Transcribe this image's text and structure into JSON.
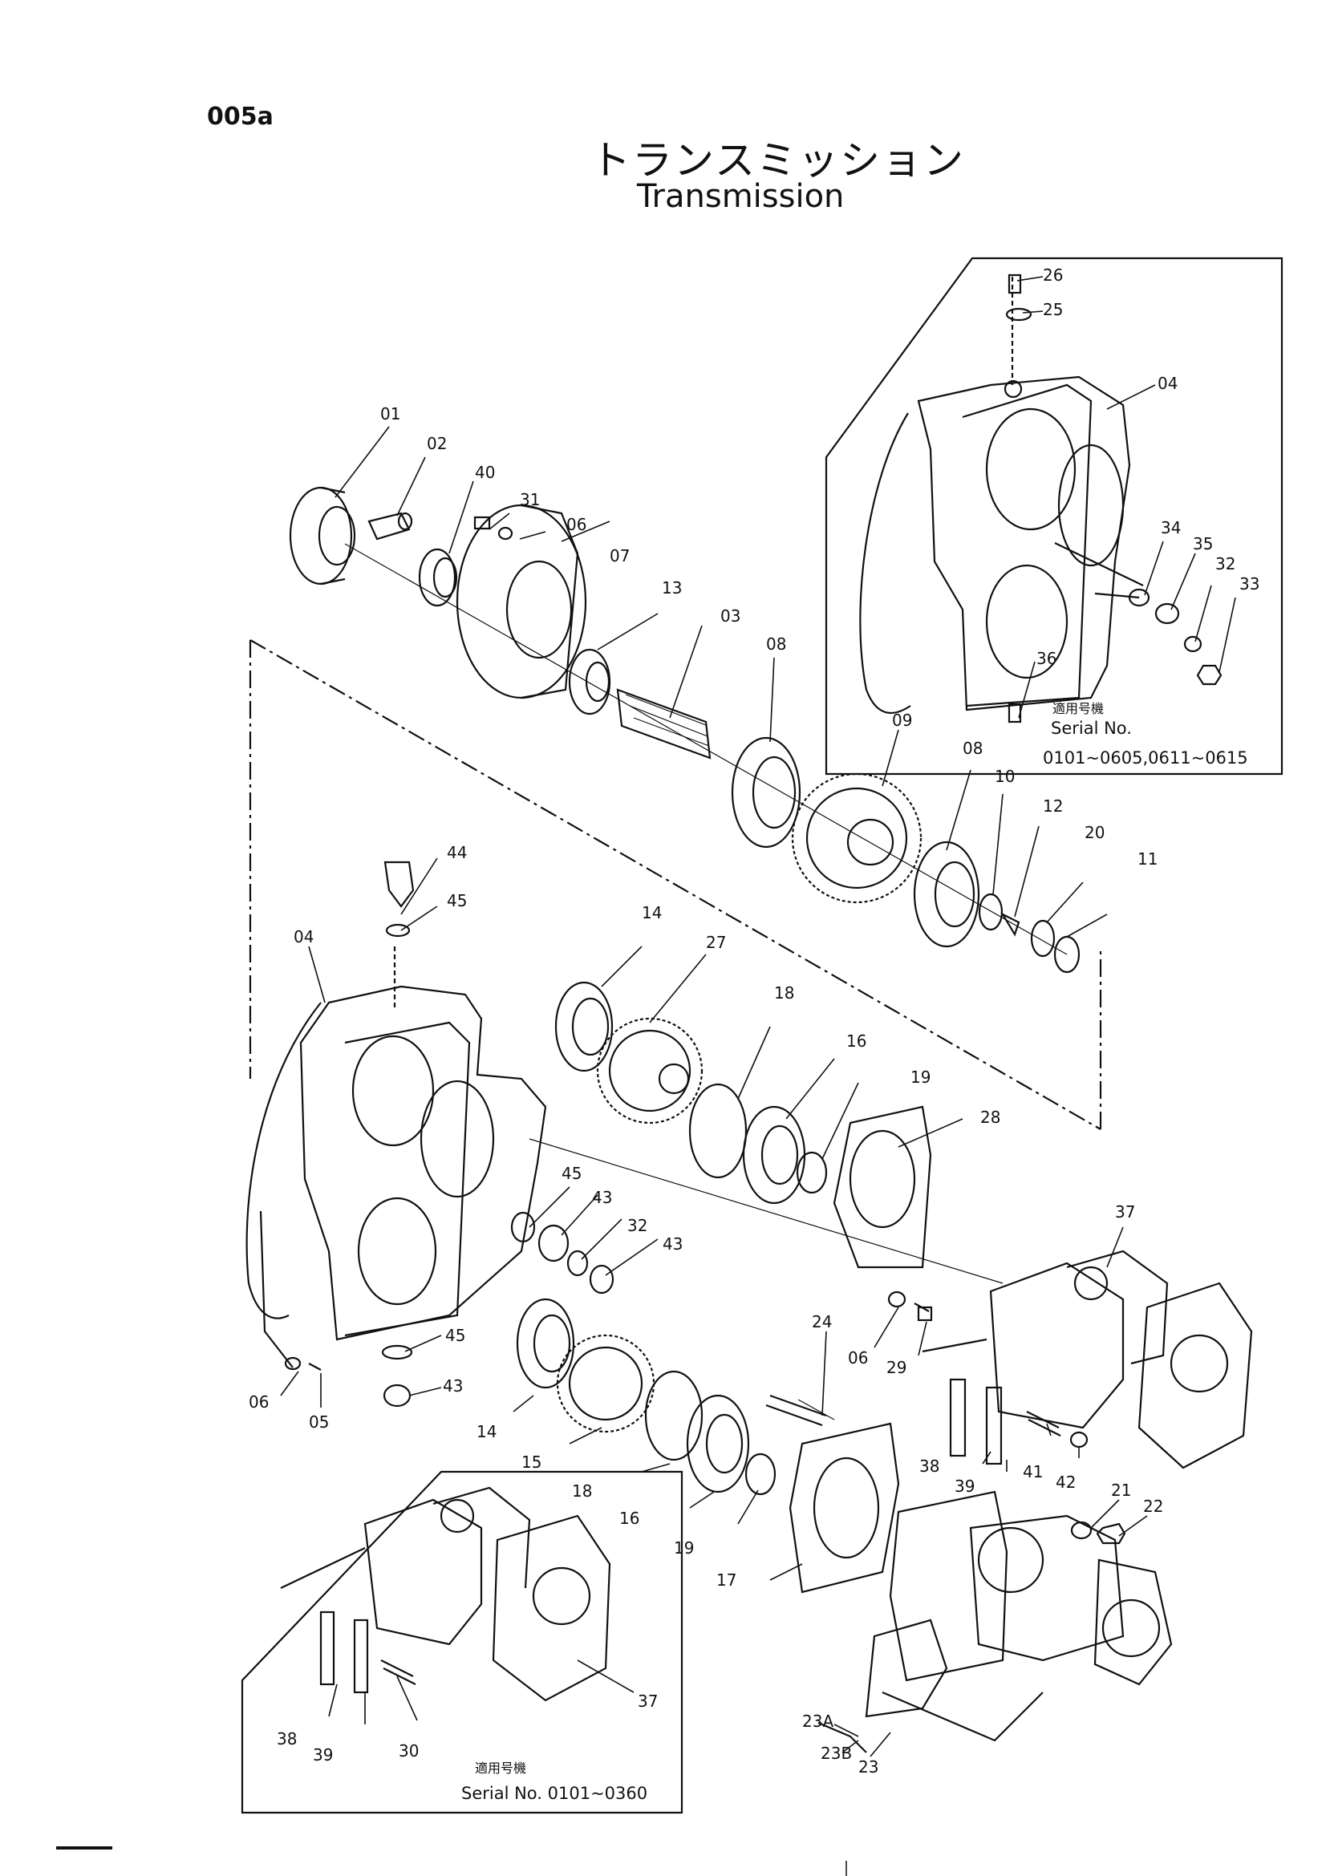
{
  "header": {
    "page_code": "005a",
    "title_jp": "トランスミッション",
    "title_en": "Transmission"
  },
  "insets": {
    "top_right": {
      "applicable_label": "適用号機",
      "serial_prefix": "Serial No.",
      "serial_range": "0101~0605,0611~0615"
    },
    "bottom_left": {
      "applicable_label": "適用号機",
      "serial": "Serial No. 0101~0360"
    }
  },
  "part_labels": [
    {
      "id": "26",
      "text": "26"
    },
    {
      "id": "25",
      "text": "25"
    },
    {
      "id": "04-top",
      "text": "04"
    },
    {
      "id": "34",
      "text": "34"
    },
    {
      "id": "35",
      "text": "35"
    },
    {
      "id": "32-top",
      "text": "32"
    },
    {
      "id": "33",
      "text": "33"
    },
    {
      "id": "36",
      "text": "36"
    },
    {
      "id": "01",
      "text": "01"
    },
    {
      "id": "02",
      "text": "02"
    },
    {
      "id": "40",
      "text": "40"
    },
    {
      "id": "31",
      "text": "31"
    },
    {
      "id": "06-top",
      "text": "06"
    },
    {
      "id": "07",
      "text": "07"
    },
    {
      "id": "13",
      "text": "13"
    },
    {
      "id": "03",
      "text": "03"
    },
    {
      "id": "08-a",
      "text": "08"
    },
    {
      "id": "09",
      "text": "09"
    },
    {
      "id": "08-b",
      "text": "08"
    },
    {
      "id": "10",
      "text": "10"
    },
    {
      "id": "12",
      "text": "12"
    },
    {
      "id": "20",
      "text": "20"
    },
    {
      "id": "11",
      "text": "11"
    },
    {
      "id": "44",
      "text": "44"
    },
    {
      "id": "45-a",
      "text": "45"
    },
    {
      "id": "04-main",
      "text": "04"
    },
    {
      "id": "14-a",
      "text": "14"
    },
    {
      "id": "27",
      "text": "27"
    },
    {
      "id": "18-a",
      "text": "18"
    },
    {
      "id": "16-a",
      "text": "16"
    },
    {
      "id": "19-a",
      "text": "19"
    },
    {
      "id": "28",
      "text": "28"
    },
    {
      "id": "37-a",
      "text": "37"
    },
    {
      "id": "45-b",
      "text": "45"
    },
    {
      "id": "43-a",
      "text": "43"
    },
    {
      "id": "32-mid",
      "text": "32"
    },
    {
      "id": "43-b",
      "text": "43"
    },
    {
      "id": "45-c",
      "text": "45"
    },
    {
      "id": "43-c",
      "text": "43"
    },
    {
      "id": "06-mid",
      "text": "06"
    },
    {
      "id": "29",
      "text": "29"
    },
    {
      "id": "06-low",
      "text": "06"
    },
    {
      "id": "05",
      "text": "05"
    },
    {
      "id": "14-b",
      "text": "14"
    },
    {
      "id": "15",
      "text": "15"
    },
    {
      "id": "18-b",
      "text": "18"
    },
    {
      "id": "16-b",
      "text": "16"
    },
    {
      "id": "19-b",
      "text": "19"
    },
    {
      "id": "24",
      "text": "24"
    },
    {
      "id": "17",
      "text": "17"
    },
    {
      "id": "38-a",
      "text": "38"
    },
    {
      "id": "39-a",
      "text": "39"
    },
    {
      "id": "41",
      "text": "41"
    },
    {
      "id": "42",
      "text": "42"
    },
    {
      "id": "21",
      "text": "21"
    },
    {
      "id": "22",
      "text": "22"
    },
    {
      "id": "23A",
      "text": "23A"
    },
    {
      "id": "23B",
      "text": "23B"
    },
    {
      "id": "23",
      "text": "23"
    },
    {
      "id": "37-b",
      "text": "37"
    },
    {
      "id": "38-b",
      "text": "38"
    },
    {
      "id": "39-b",
      "text": "39"
    },
    {
      "id": "30",
      "text": "30"
    }
  ]
}
